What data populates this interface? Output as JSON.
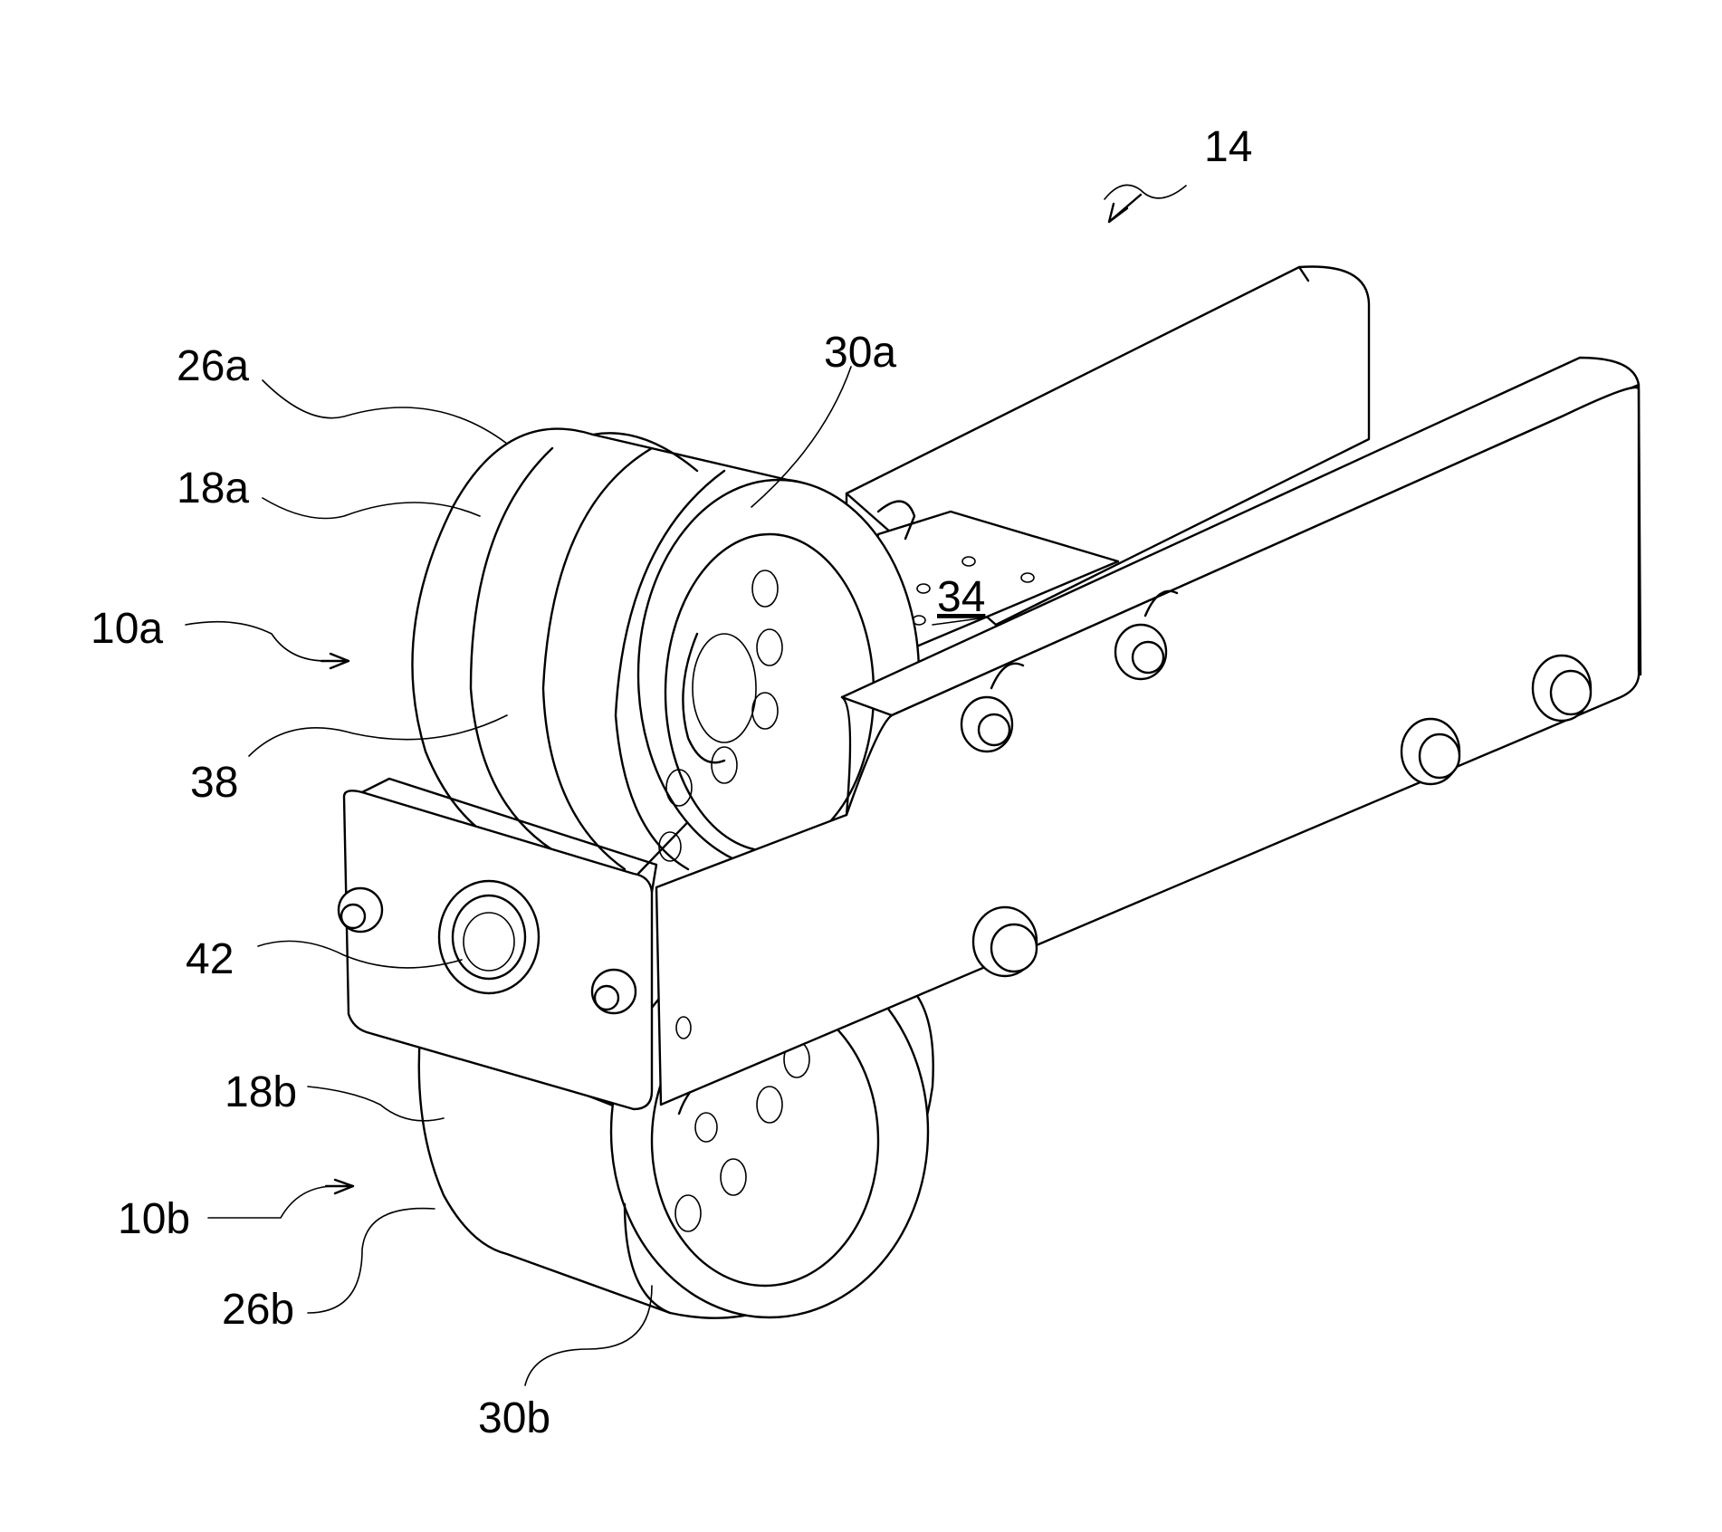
{
  "figure": {
    "labels": {
      "assembly": "14",
      "outer_ring_upper": "26a",
      "inner_ring_upper": "30a",
      "wheel_upper": "18a",
      "wheel_assembly_upper": "10a",
      "platform": "34",
      "wheel_face": "38",
      "bearing": "42",
      "wheel_lower": "18b",
      "wheel_assembly_lower": "10b",
      "outer_ring_lower": "26b",
      "inner_ring_lower": "30b"
    }
  }
}
